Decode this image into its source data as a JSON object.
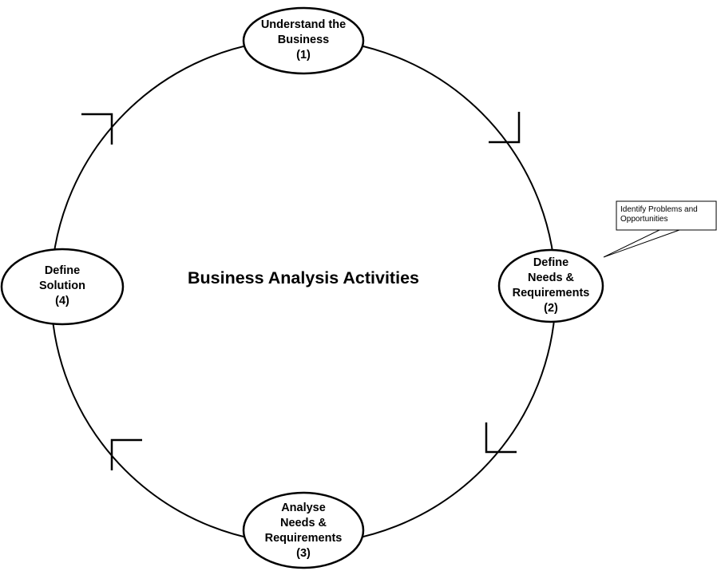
{
  "diagram": {
    "title": "Business Analysis Activities",
    "nodes": [
      {
        "id": "understand-business",
        "lines": [
          "Understand the",
          "Business",
          "(1)"
        ]
      },
      {
        "id": "define-needs",
        "lines": [
          "Define",
          "Needs &",
          "Requirements",
          "(2)"
        ]
      },
      {
        "id": "analyse-needs",
        "lines": [
          "Analyse",
          "Needs &",
          "Requirements",
          "(3)"
        ]
      },
      {
        "id": "define-solution",
        "lines": [
          "Define",
          "Solution",
          "(4)"
        ]
      }
    ],
    "callout": {
      "lines": [
        "Identify Problems and",
        "Opportunities"
      ],
      "points_to": "define-needs"
    },
    "flow": "clockwise"
  }
}
